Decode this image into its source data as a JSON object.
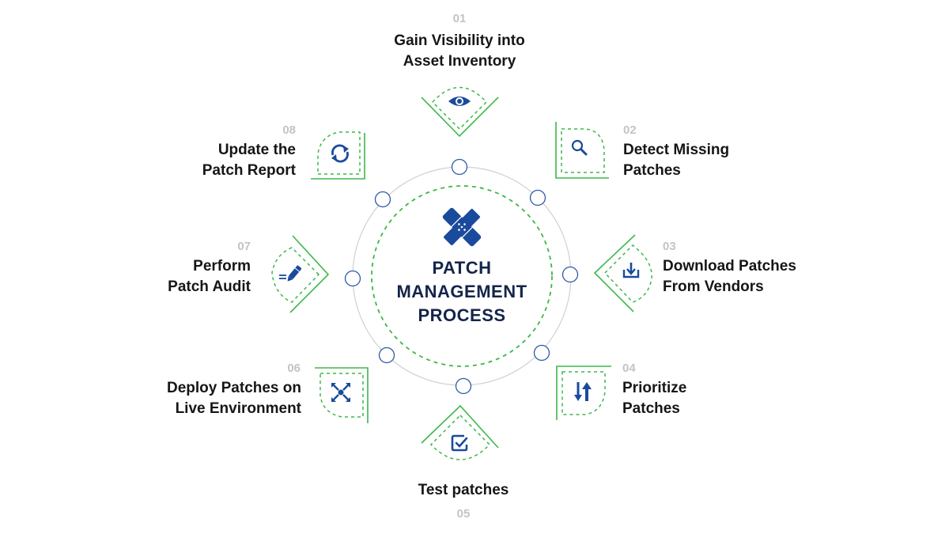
{
  "title": "PATCH\nMANAGEMENT\nPROCESS",
  "colors": {
    "accent_green": "#3cb84a",
    "icon_blue": "#1a4a9c",
    "title_navy": "#14254a",
    "step_number_gray": "#c4c4c4",
    "ring_gray": "#d0d0d0",
    "node_blue": "#2f5aa8"
  },
  "center_icon": "bandage-icon",
  "steps": [
    {
      "number": "01",
      "title": "Gain Visibility into\nAsset Inventory",
      "icon": "eye-icon"
    },
    {
      "number": "02",
      "title": "Detect Missing\nPatches",
      "icon": "search-icon"
    },
    {
      "number": "03",
      "title": "Download Patches\nFrom Vendors",
      "icon": "download-icon"
    },
    {
      "number": "04",
      "title": "Prioritize\nPatches",
      "icon": "sort-arrows-icon"
    },
    {
      "number": "05",
      "title": "Test patches",
      "icon": "checkbox-icon"
    },
    {
      "number": "06",
      "title": "Deploy Patches on\nLive Environment",
      "icon": "expand-arrows-icon"
    },
    {
      "number": "07",
      "title": "Perform\nPatch Audit",
      "icon": "pencil-icon"
    },
    {
      "number": "08",
      "title": "Update the\nPatch Report",
      "icon": "refresh-icon"
    }
  ]
}
